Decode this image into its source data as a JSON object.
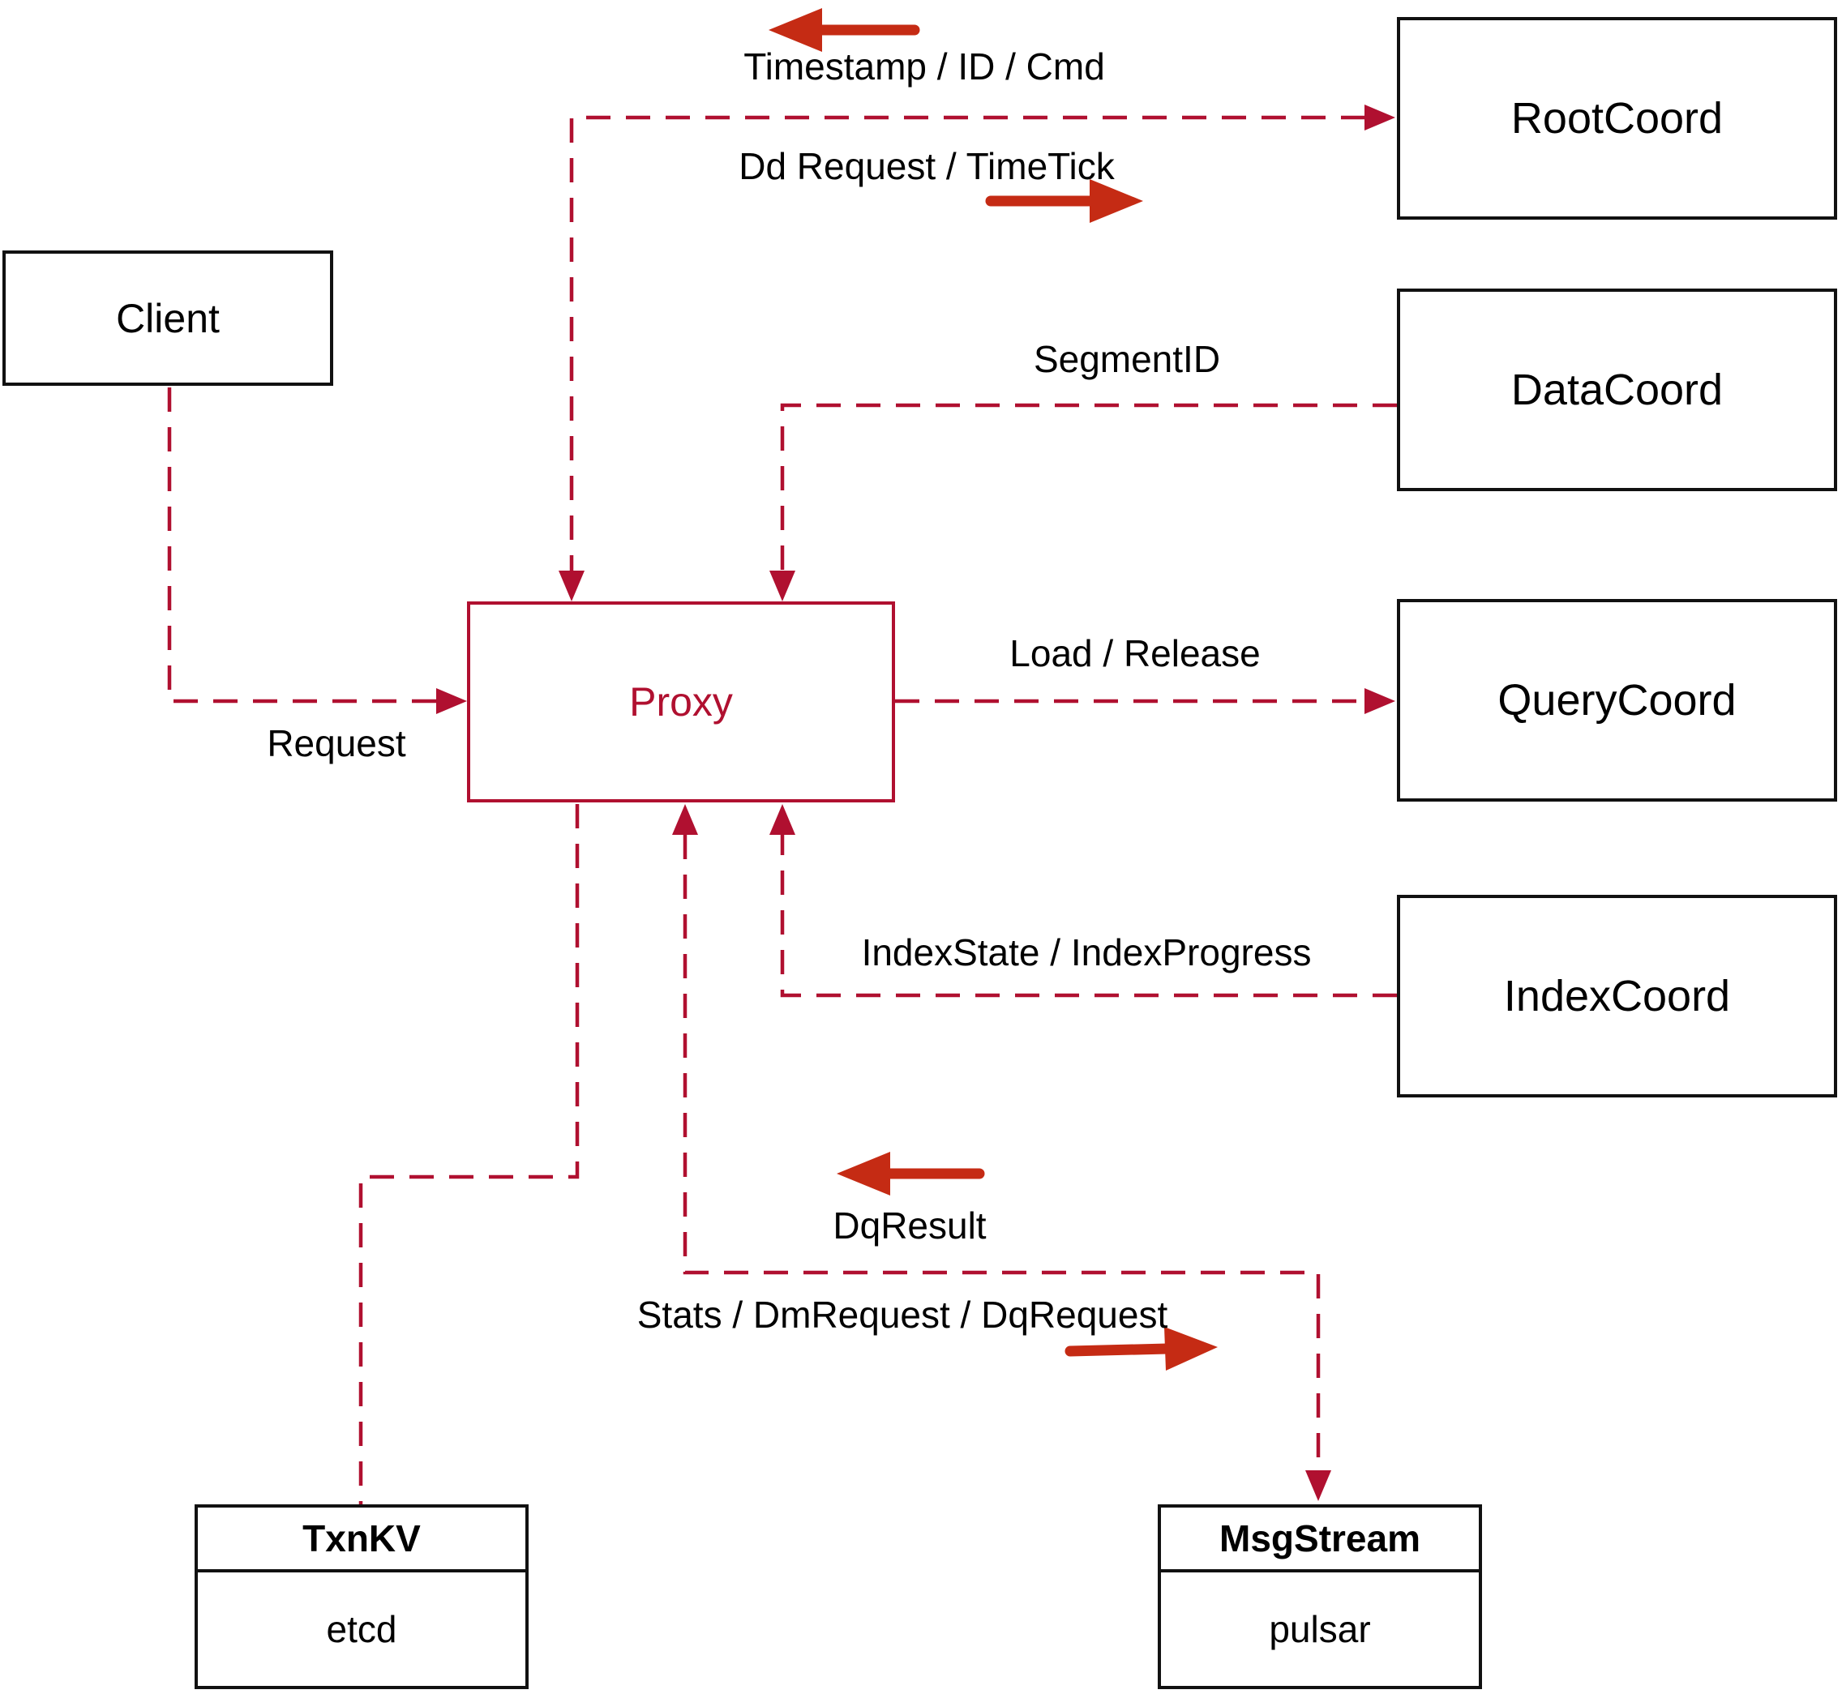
{
  "colors": {
    "line": "#b01030",
    "arrow": "#c52b14",
    "border": "#111111",
    "text": "#000000",
    "bg": "#ffffff"
  },
  "nodes": {
    "client": {
      "label": "Client"
    },
    "proxy": {
      "label": "Proxy"
    },
    "rootcoord": {
      "label": "RootCoord"
    },
    "datacoord": {
      "label": "DataCoord"
    },
    "querycoord": {
      "label": "QueryCoord"
    },
    "indexcoord": {
      "label": "IndexCoord"
    },
    "txnkv": {
      "title": "TxnKV",
      "sub": "etcd"
    },
    "msgstream": {
      "title": "MsgStream",
      "sub": "pulsar"
    }
  },
  "edges": {
    "request": {
      "label": "Request"
    },
    "rootcoord_up": {
      "label": "Timestamp / ID / Cmd"
    },
    "rootcoord_down": {
      "label": "Dd Request / TimeTick"
    },
    "segment": {
      "label": "SegmentID"
    },
    "load": {
      "label": "Load / Release"
    },
    "index": {
      "label": "IndexState / IndexProgress"
    },
    "dqresult": {
      "label": "DqResult"
    },
    "stats": {
      "label": "Stats / DmRequest / DqRequest"
    }
  }
}
